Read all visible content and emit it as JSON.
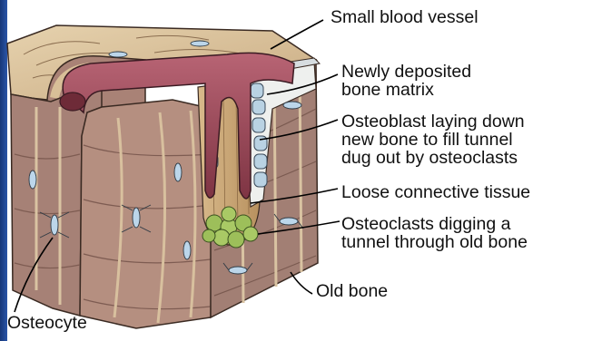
{
  "diagram": {
    "labels": {
      "small_blood_vessel": "Small blood vessel",
      "newly_deposited_line1": "Newly deposited",
      "newly_deposited_line2": "bone matrix",
      "osteoblast_line1": "Osteoblast laying down",
      "osteoblast_line2": "new bone to fill tunnel",
      "osteoblast_line3": "dug out by osteoclasts",
      "loose_connective": "Loose connective tissue",
      "osteoclasts_line1": "Osteoclasts digging a",
      "osteoclasts_line2": "tunnel through old bone",
      "old_bone": "Old bone",
      "osteocyte": "Osteocyte"
    },
    "colors": {
      "background_frame": "#1d3f86",
      "panel": "#ffffff",
      "bone_tan": "#dcc29a",
      "bone_mauve": "#a17e76",
      "blood_vessel": "#9b4a5a",
      "osteoblast": "#b9d2e3",
      "osteoclast": "#9dbf5a",
      "osteocyte_lacuna": "#bcd6ea"
    }
  }
}
